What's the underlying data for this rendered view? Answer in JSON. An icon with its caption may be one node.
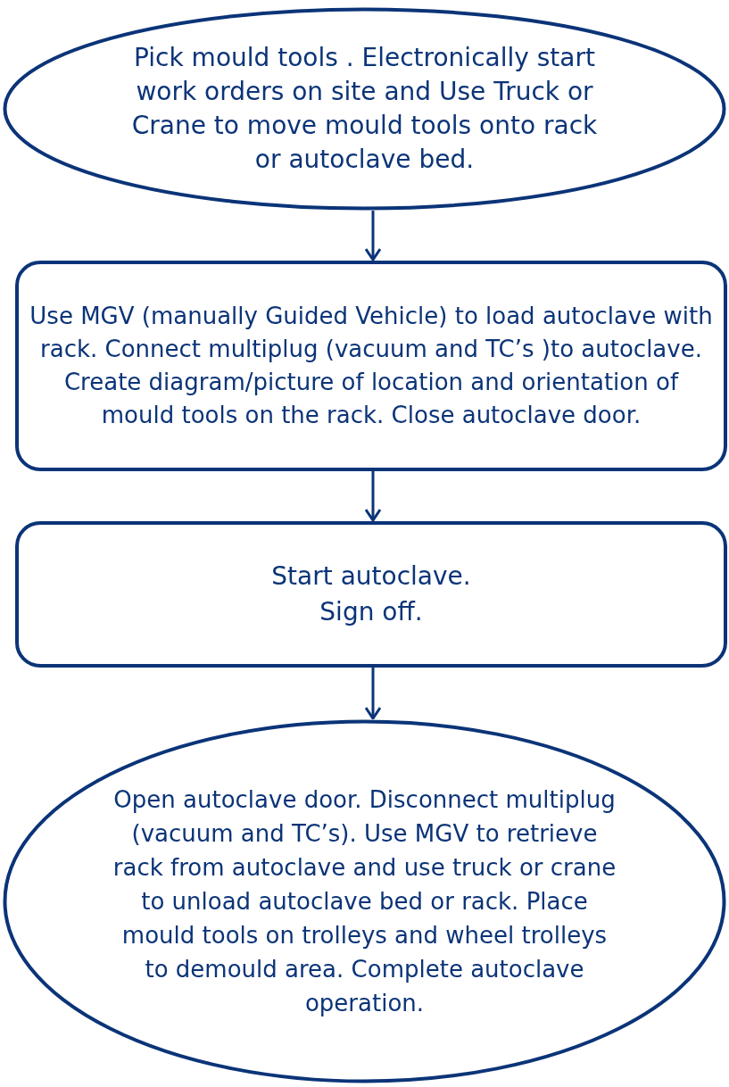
{
  "diagram": {
    "nodes": [
      {
        "text": [
          "Pick mould tools . Electronically start work orders on site and Use Truck or Crane to move mould tools onto rack or autoclave bed."
        ]
      },
      {
        "text": [
          "Use MGV (manually Guided Vehicle) to load autoclave with rack. Connect multiplug (vacuum and TC’s )to autoclave. Create diagram/picture of location and orientation of mould tools on the rack. Close autoclave door."
        ]
      },
      {
        "text": [
          "Start autoclave.",
          "Sign off."
        ]
      },
      {
        "text": [
          "Open autoclave door. Disconnect multiplug (vacuum and TC’s). Use MGV to retrieve rack from autoclave and use truck or crane to unload autoclave bed or rack. Place mould tools on trolleys and wheel trolleys to demould area. Complete autoclave operation."
        ]
      }
    ],
    "edges": [
      {
        "from": 0,
        "to": 1,
        "arrow": "to"
      },
      {
        "from": 1,
        "to": 2,
        "arrow": "to"
      },
      {
        "from": 2,
        "to": 3,
        "arrow": "to"
      }
    ]
  }
}
